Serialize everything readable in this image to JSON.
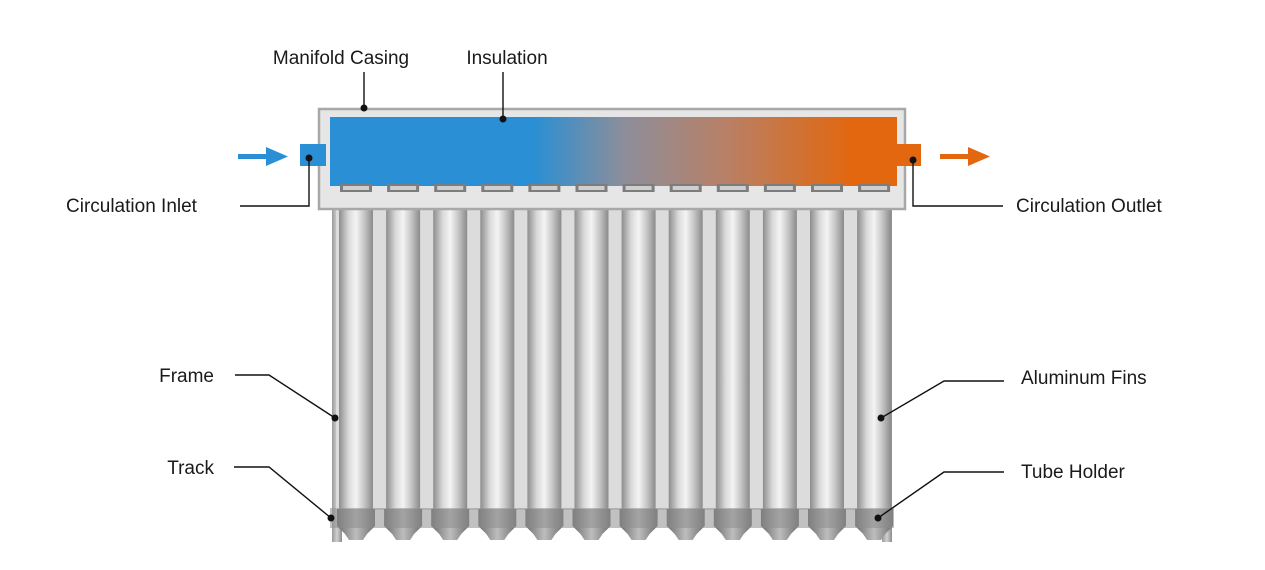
{
  "diagram": {
    "labels": {
      "manifold_casing": "Manifold Casing",
      "insulation": "Insulation",
      "circulation_inlet": "Circulation Inlet",
      "circulation_outlet": "Circulation Outlet",
      "frame": "Frame",
      "aluminum_fins": "Aluminum Fins",
      "track": "Track",
      "tube_holder": "Tube Holder"
    },
    "tube_count": 12,
    "colors": {
      "cold": "#2a8fd4",
      "hot": "#e2670f",
      "casing_fill": "#e6e6e6",
      "casing_stroke": "#a8a8a8",
      "frame": "#8a8a8a"
    }
  }
}
